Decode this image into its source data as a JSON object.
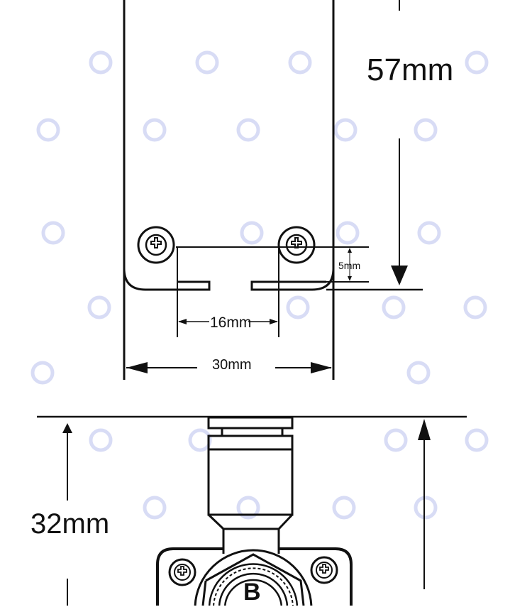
{
  "dimensions": {
    "height_top": "57mm",
    "hole_spacing": "16mm",
    "plate_width": "30mm",
    "tab_offset": "5mm",
    "height_bottom": "32mm"
  },
  "port_label": "B",
  "colors": {
    "line": "#111111",
    "watermark": "#d8dcf5"
  }
}
